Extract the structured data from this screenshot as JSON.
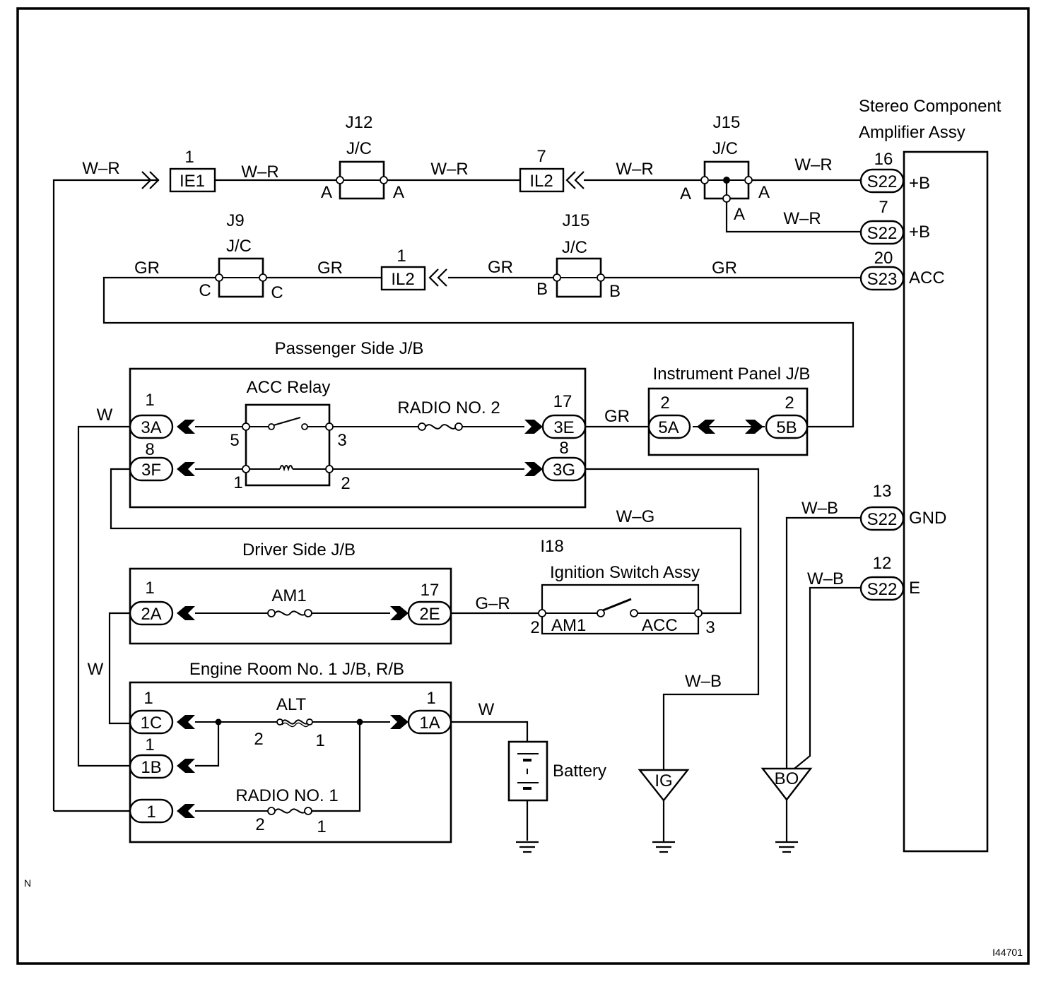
{
  "components": {
    "stereo_amp": {
      "title_line1": "Stereo Component",
      "title_line2": "Amplifier Assy"
    },
    "passenger_jb": "Passenger Side J/B",
    "acc_relay": "ACC Relay",
    "instrument_jb": "Instrument Panel J/B",
    "driver_jb": "Driver Side J/B",
    "ignition_switch": {
      "code": "I18",
      "name": "Ignition Switch Assy",
      "am1": "AM1",
      "acc": "ACC"
    },
    "engine_jb": "Engine Room No. 1 J/B, R/B",
    "battery": "Battery",
    "j12": {
      "code": "J12",
      "type": "J/C"
    },
    "j15_top": {
      "code": "J15",
      "type": "J/C"
    },
    "j15_mid": {
      "code": "J15",
      "type": "J/C"
    },
    "j9": {
      "code": "J9",
      "type": "J/C"
    }
  },
  "fuses": {
    "radio2": "RADIO NO. 2",
    "am1": "AM1",
    "alt": "ALT",
    "radio1": "RADIO NO. 1"
  },
  "connectors": {
    "ie1": {
      "code": "IE1",
      "pin": "1"
    },
    "il2_top": {
      "code": "IL2",
      "pin": "7"
    },
    "il2_mid": {
      "code": "IL2",
      "pin": "1"
    },
    "s22_b1": {
      "code": "S22",
      "pin": "16",
      "signal": "+B"
    },
    "s22_b2": {
      "code": "S22",
      "pin": "7",
      "signal": "+B"
    },
    "s23_acc": {
      "code": "S23",
      "pin": "20",
      "signal": "ACC"
    },
    "s22_gnd": {
      "code": "S22",
      "pin": "13",
      "signal": "GND"
    },
    "s22_e": {
      "code": "S22",
      "pin": "12",
      "signal": "E"
    },
    "c3a": {
      "code": "3A",
      "pin": "1"
    },
    "c3f": {
      "code": "3F",
      "pin": "8"
    },
    "c3e": {
      "code": "3E",
      "pin": "17"
    },
    "c3g": {
      "code": "3G",
      "pin": "8"
    },
    "c5a": {
      "code": "5A",
      "pin": "2"
    },
    "c5b": {
      "code": "5B",
      "pin": "2"
    },
    "c2a": {
      "code": "2A",
      "pin": "1"
    },
    "c2e": {
      "code": "2E",
      "pin": "17"
    },
    "c1c": {
      "code": "1C",
      "pin": "1"
    },
    "c1b": {
      "code": "1B",
      "pin": "1"
    },
    "c1": {
      "code": "1",
      "pin": ""
    },
    "c1a": {
      "code": "1A",
      "pin": "1"
    }
  },
  "wires": {
    "wr": "W–R",
    "gr": "GR",
    "w": "W",
    "wg": "W–G",
    "gr_g": "G–R",
    "wb": "W–B"
  },
  "junction_pins": {
    "a": "A",
    "b": "B",
    "c": "C"
  },
  "relay_pins": {
    "p5": "5",
    "p3": "3",
    "p1": "1",
    "p2": "2"
  },
  "switch_pins": {
    "p2": "2",
    "p3": "3"
  },
  "fuse_pins": {
    "p2": "2",
    "p1": "1"
  },
  "grounds": {
    "ig": "IG",
    "bo": "BO"
  },
  "figure_id": "I44701",
  "corner_mark": "N"
}
